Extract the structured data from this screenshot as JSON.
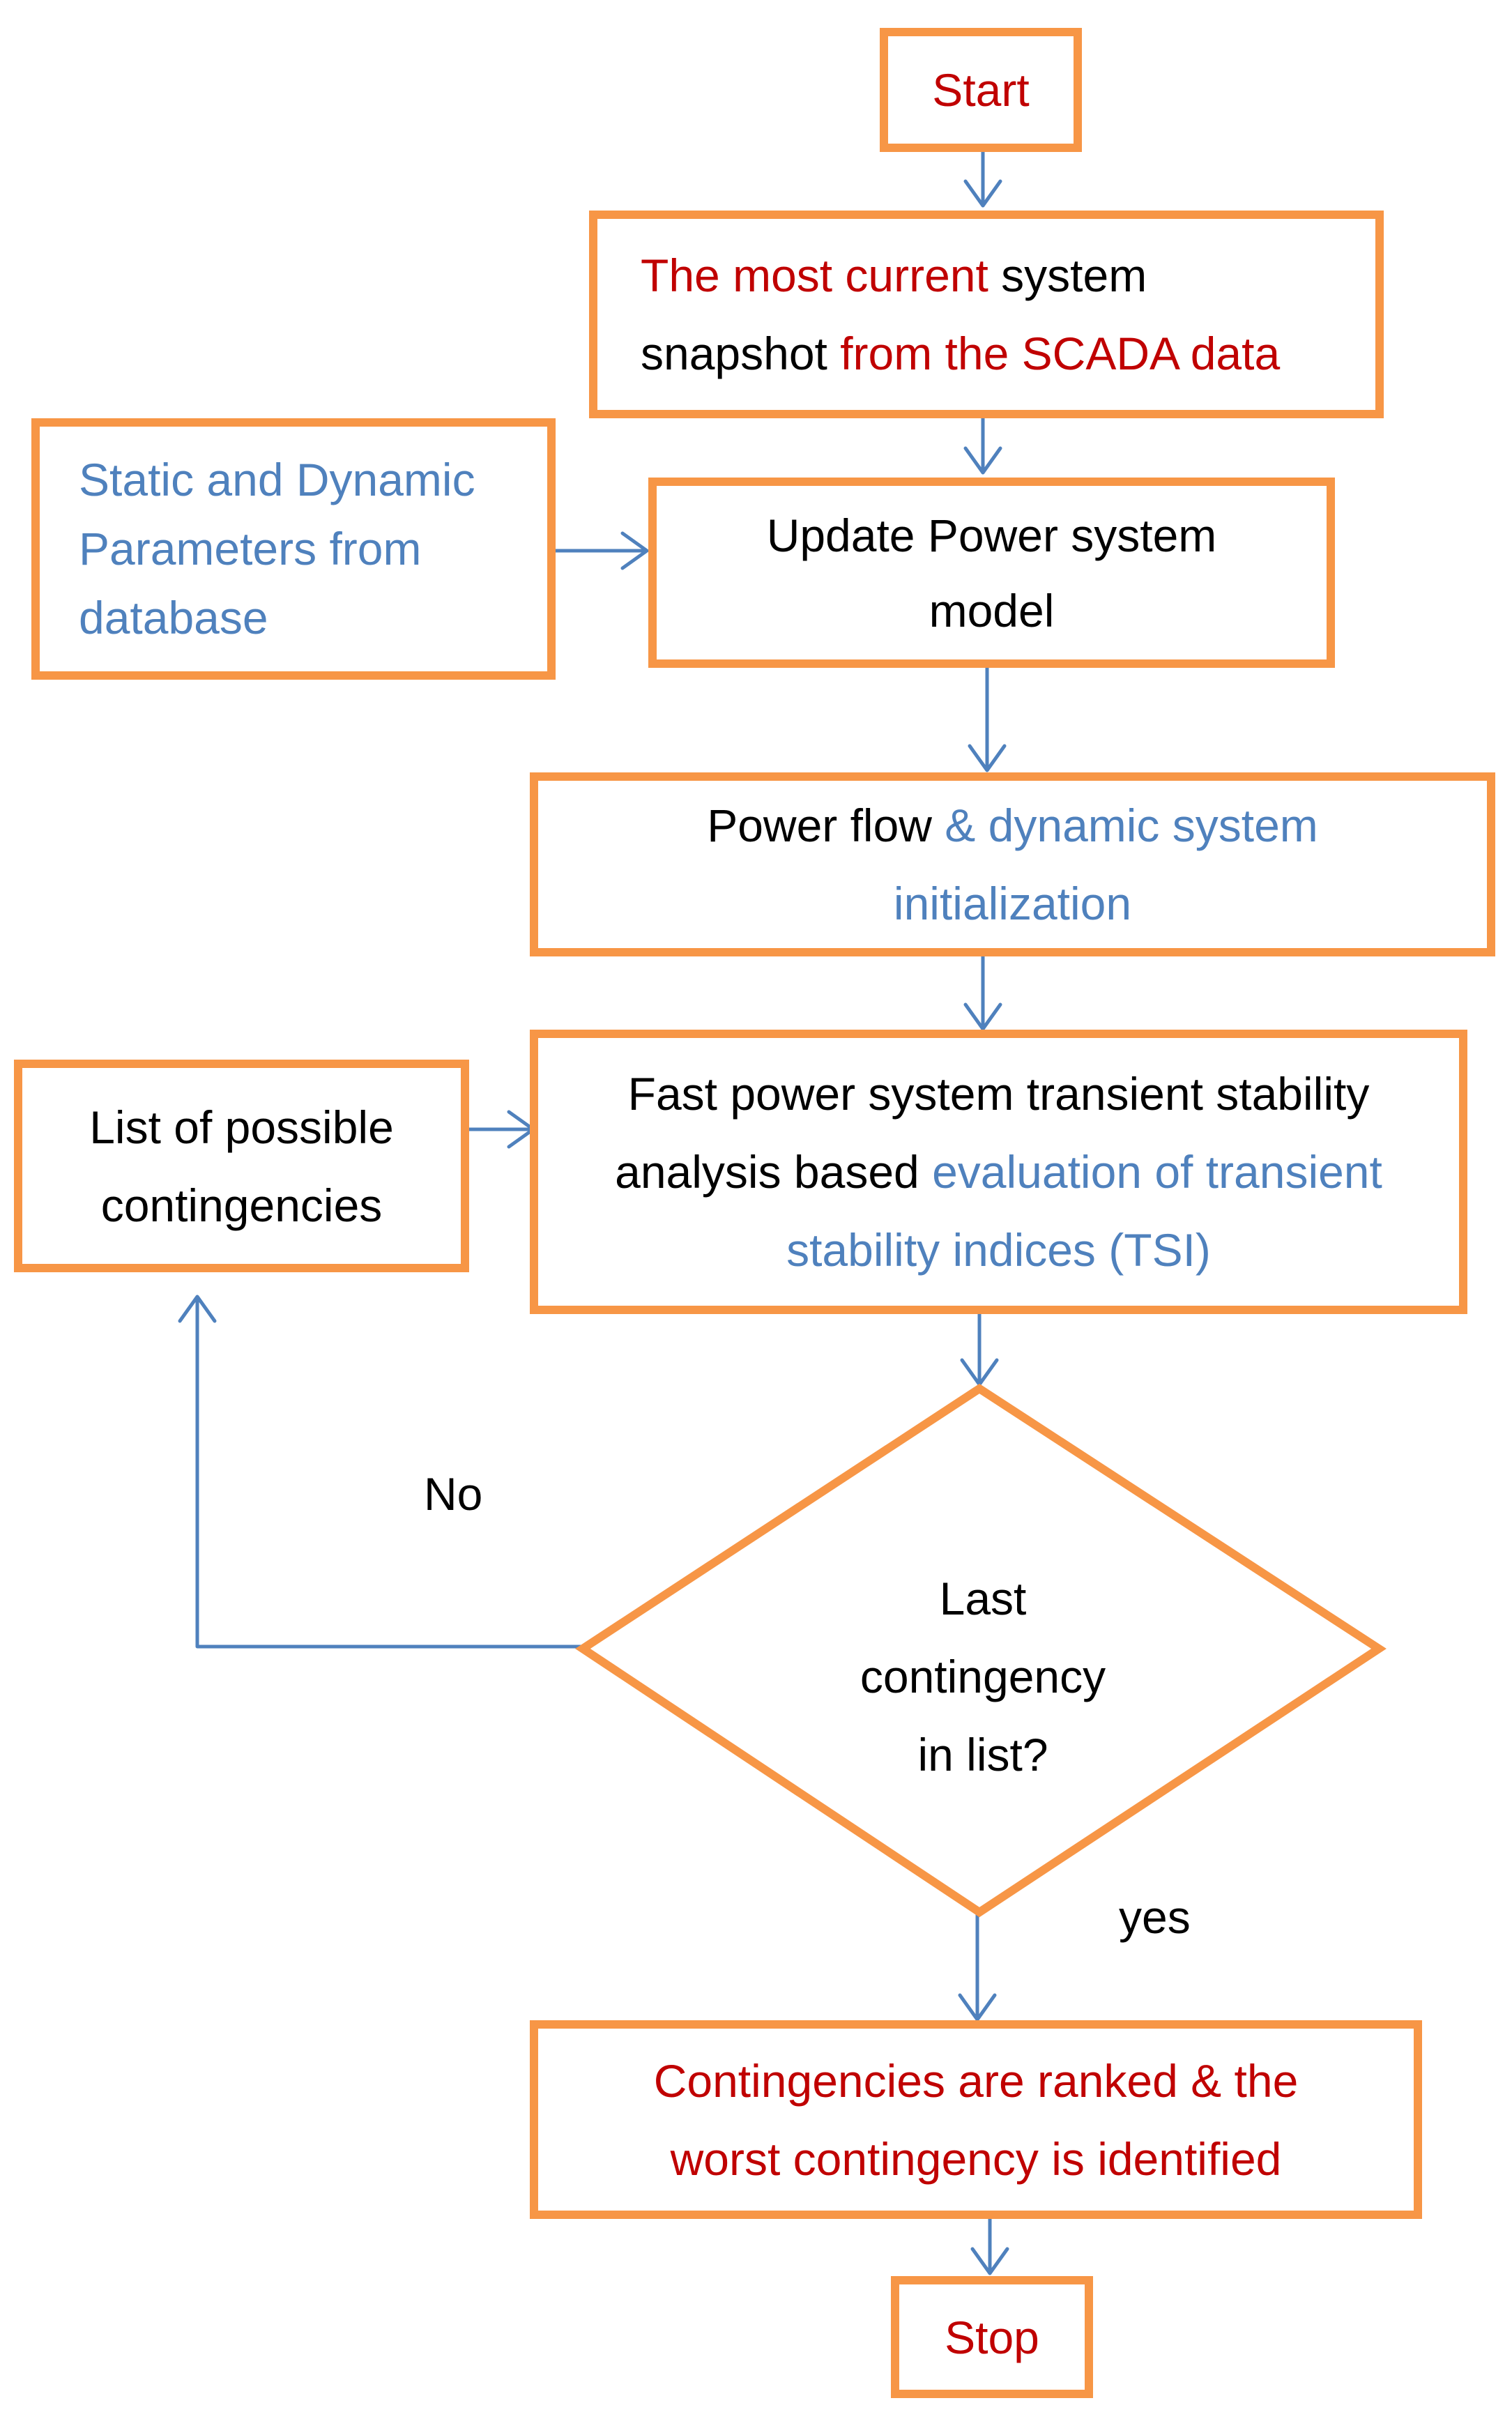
{
  "flowchart": {
    "start": {
      "text": "Start"
    },
    "snapshot": {
      "line1": [
        {
          "text": "The most current",
          "color": "red"
        },
        {
          "text": " system",
          "color": "black"
        }
      ],
      "line2": [
        {
          "text": "snapshot",
          "color": "black"
        },
        {
          "text": " from the SCADA data",
          "color": "red"
        }
      ]
    },
    "params": {
      "lines": [
        "Static and Dynamic",
        "Parameters from",
        "database"
      ]
    },
    "update_model": {
      "lines": [
        "Update Power system",
        "model"
      ]
    },
    "power_flow": {
      "line1": [
        {
          "text": "Power flow",
          "color": "black"
        },
        {
          "text": " & dynamic system",
          "color": "blue"
        }
      ],
      "line2": [
        {
          "text": "initialization",
          "color": "blue"
        }
      ]
    },
    "contingency_list": {
      "lines": [
        "List of possible",
        "contingencies"
      ]
    },
    "analysis": {
      "line1": [
        {
          "text": "Fast power system transient stability",
          "color": "black"
        }
      ],
      "line2": [
        {
          "text": "analysis based ",
          "color": "black"
        },
        {
          "text": "evaluation of transient",
          "color": "blue"
        }
      ],
      "line3": [
        {
          "text": "stability indices (TSI)",
          "color": "blue"
        }
      ]
    },
    "decision": {
      "lines": [
        "Last",
        "contingency",
        "in list?"
      ]
    },
    "no_label": "No",
    "yes_label": "yes",
    "ranked": {
      "lines": [
        "Contingencies are ranked & the",
        "worst contingency is identified"
      ]
    },
    "stop": {
      "text": "Stop"
    }
  },
  "colors": {
    "box_border": "#F79646",
    "arrow": "#4F81BD",
    "red_text": "#C00000",
    "blue_text": "#4F81BD",
    "black_text": "#000000"
  }
}
